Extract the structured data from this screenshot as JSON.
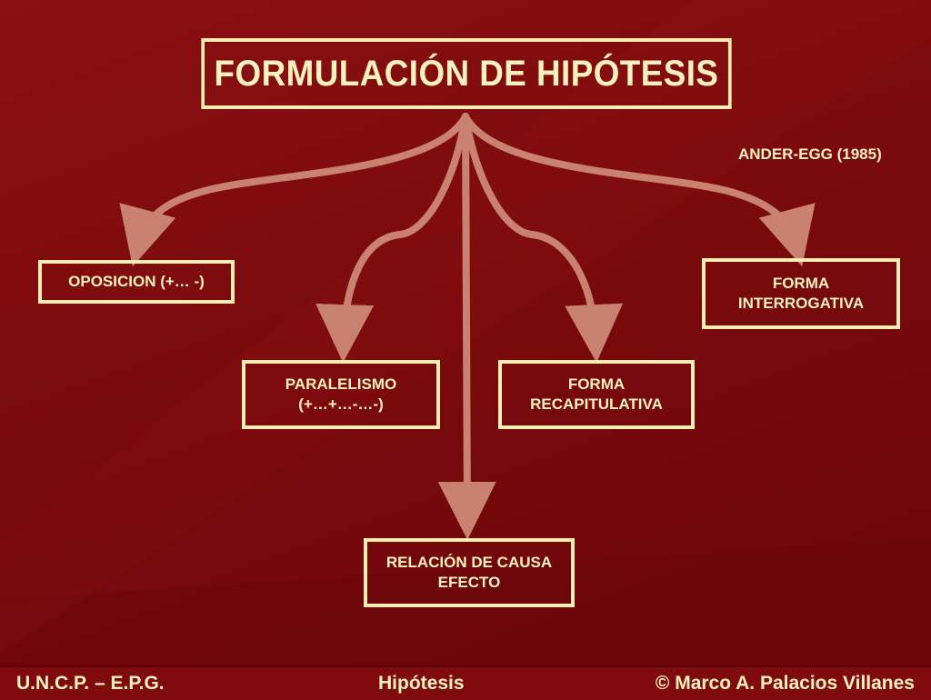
{
  "title": "FORMULACIÓN DE  HIPÓTESIS",
  "author_ref": "ANDER-EGG (1985)",
  "nodes": {
    "oposicion": {
      "line1": "OPOSICION (+… -)",
      "line2": ""
    },
    "paralelismo": {
      "line1": "PARALELISMO",
      "line2": "(+…+…-…-)"
    },
    "relacion": {
      "line1": "RELACIÓN DE CAUSA",
      "line2": "EFECTO"
    },
    "recapitulativa": {
      "line1": "FORMA",
      "line2": "RECAPITULATIVA"
    },
    "interrogativa": {
      "line1": "FORMA",
      "line2": "INTERROGATIVA"
    }
  },
  "footer": {
    "left": "U.N.C.P. – E.P.G.",
    "center": "Hipótesis",
    "right": "© Marco A. Palacios Villanes"
  },
  "colors": {
    "background": "#7a0a0c",
    "box_border": "#f7ecb4",
    "text": "#fbf1bf",
    "arrow": "#c98270"
  }
}
